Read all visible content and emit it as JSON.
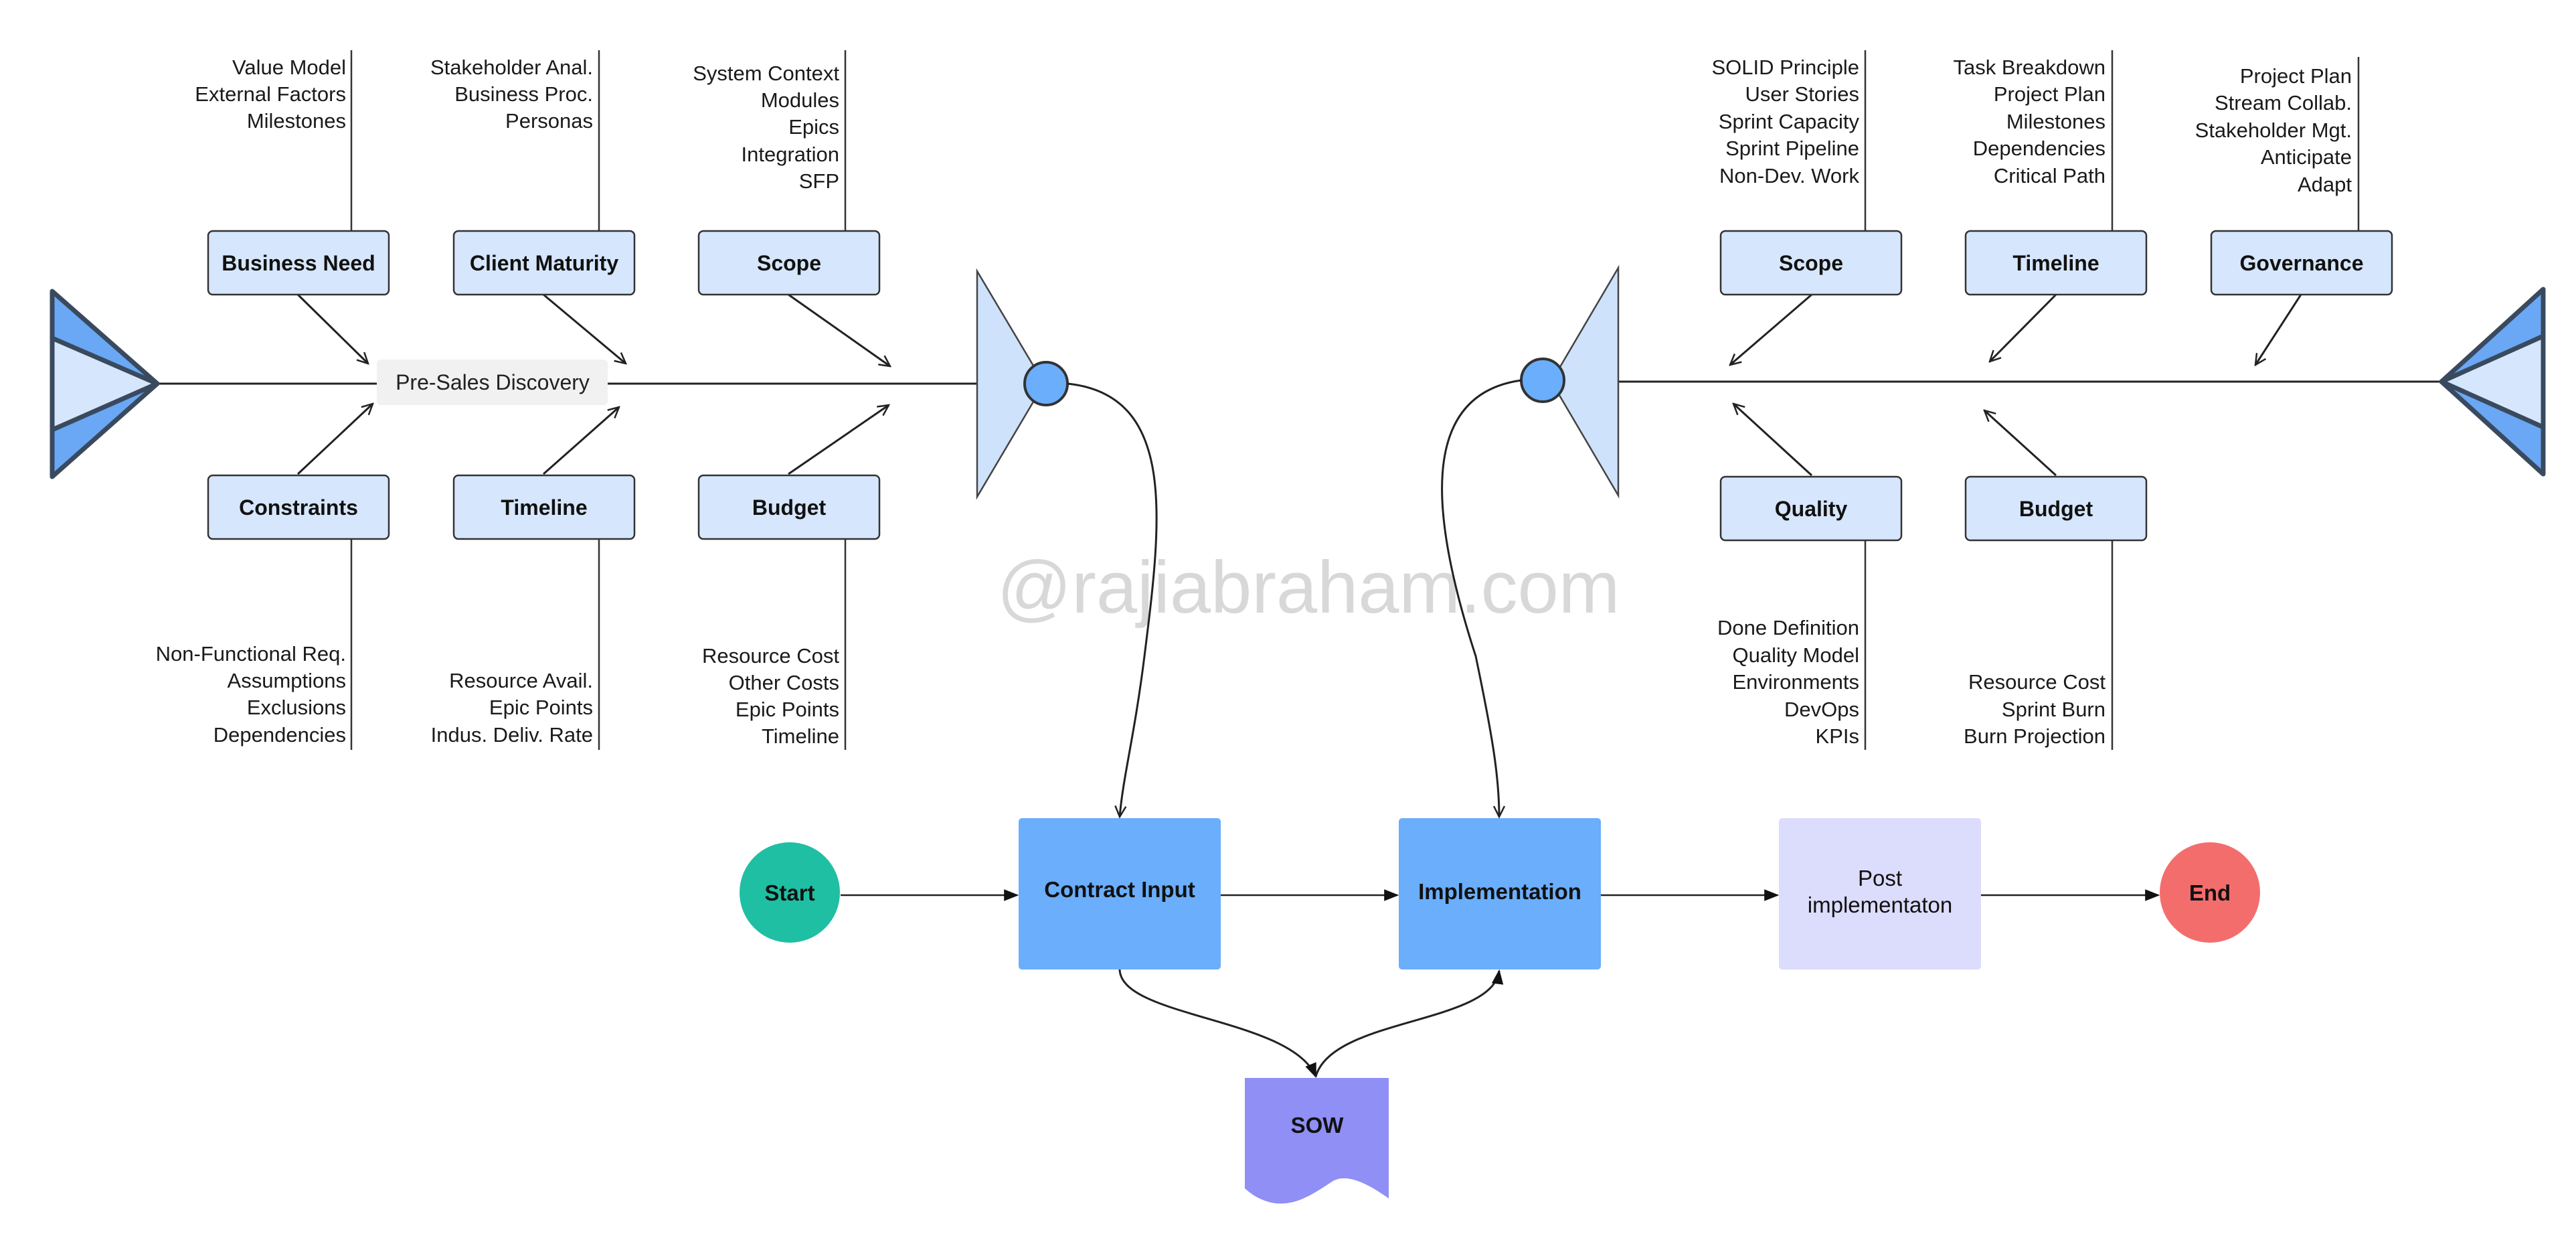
{
  "watermark": "@rajiabraham.com",
  "left_fishbone": {
    "label": "Pre-Sales Discovery",
    "categories": [
      {
        "name": "Business Need",
        "items": [
          "Value Model",
          "External Factors",
          "Milestones"
        ]
      },
      {
        "name": "Client Maturity",
        "items": [
          "Stakeholder Anal.",
          "Business Proc.",
          "Personas"
        ]
      },
      {
        "name": "Scope",
        "items": [
          "System Context",
          "Modules",
          "Epics",
          "Integration",
          "SFP"
        ]
      },
      {
        "name": "Constraints",
        "items": [
          "Non-Functional Req.",
          "Assumptions",
          "Exclusions",
          "Dependencies"
        ]
      },
      {
        "name": "Timeline",
        "items": [
          "Resource Avail.",
          "Epic Points",
          "Indus. Deliv. Rate"
        ]
      },
      {
        "name": "Budget",
        "items": [
          "Resource Cost",
          "Other Costs",
          "Epic Points",
          "Timeline"
        ]
      }
    ]
  },
  "right_fishbone": {
    "categories": [
      {
        "name": "Scope",
        "items": [
          "SOLID Principle",
          "User Stories",
          "Sprint Capacity",
          "Sprint Pipeline",
          "Non-Dev. Work"
        ]
      },
      {
        "name": "Timeline",
        "items": [
          "Task Breakdown",
          "Project Plan",
          "Milestones",
          "Dependencies",
          "Critical Path"
        ]
      },
      {
        "name": "Governance",
        "items": [
          "Project Plan",
          "Stream Collab.",
          "Stakeholder Mgt.",
          "Anticipate",
          "Adapt"
        ]
      },
      {
        "name": "Quality",
        "items": [
          "Done Definition",
          "Quality Model",
          "Environments",
          "DevOps",
          "KPIs"
        ]
      },
      {
        "name": "Budget",
        "items": [
          "Resource Cost",
          "Sprint Burn",
          "Burn Projection"
        ]
      }
    ]
  },
  "flow": {
    "start": "Start",
    "contract_input": "Contract Input",
    "implementation": "Implementation",
    "post_implementation": "Post implementaton",
    "end": "End",
    "sow": "SOW"
  },
  "colors": {
    "category_fill": "#d6e6fc",
    "head_fill": "#cfe2fb",
    "tail_blue": "#6aa8f5",
    "process_blue": "#6aaefc",
    "post_fill": "#dcdcfc",
    "start_green": "#1fbfa3",
    "end_red": "#f46d6d",
    "sow_purple": "#8f8ff5",
    "line": "#333333",
    "watermark": "#d8d8d8"
  }
}
